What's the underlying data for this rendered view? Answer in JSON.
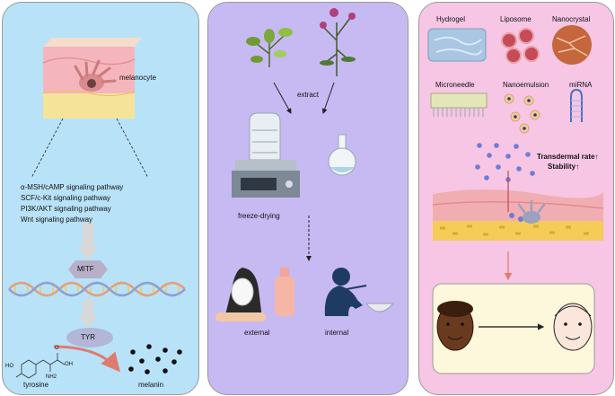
{
  "panel_left": {
    "skin_label": "melanocyte",
    "pathways": [
      "α-MSH/cAMP signaling pathway",
      "SCF/c-Kit signaling pathway",
      "PI3K/AKT signaling pathway",
      "Wnt signaling pathway"
    ],
    "mitf_label": "MITF",
    "tyr_label": "TYR",
    "substrate_label": "tyrosine",
    "product_label": "melanin",
    "structure_atoms": {
      "oh": "HO",
      "nh2": "NH2",
      "o": "O",
      "acid_oh": "OH"
    }
  },
  "panel_middle": {
    "extract_label": "extract",
    "freeze_label": "freeze-drying",
    "external_label": "external",
    "internal_label": "internal"
  },
  "panel_right": {
    "carriers": [
      "Hydrogel",
      "Liposome",
      "Nanocrystal",
      "Microneedle",
      "Nanoemulsion",
      "miRNA"
    ],
    "benefit_1": "Transdermal rate↑",
    "benefit_2": "Stability↑"
  },
  "colors": {
    "left_panel": "#b8e2f8",
    "middle_panel": "#c7b9f2",
    "right_panel": "#f6c6e4",
    "melanin_dot": "#111111",
    "dot_blue": "#6f7bd6",
    "arrow_red": "#e07a6e"
  }
}
